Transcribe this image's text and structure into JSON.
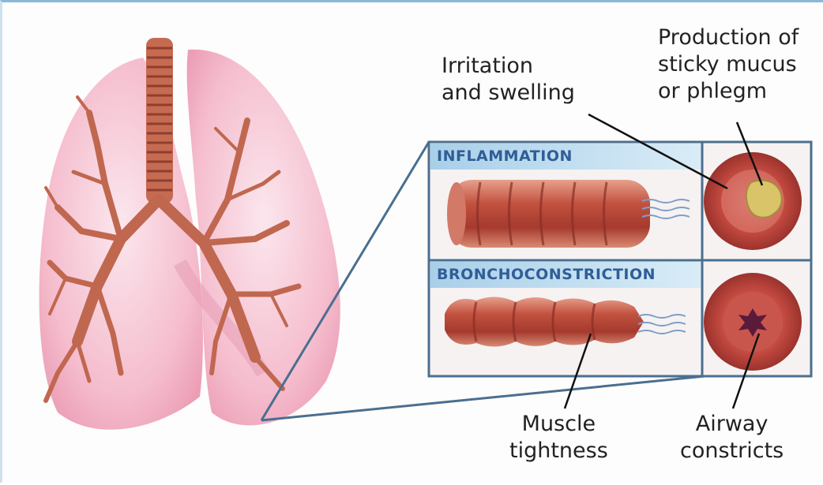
{
  "panels": {
    "inflammation": {
      "header": "INFLAMMATION"
    },
    "bronchoconstriction": {
      "header": "BRONCHOCONSTRICTION"
    }
  },
  "callouts": {
    "irritation": "Irritation\nand swelling",
    "mucus": "Production of\nsticky mucus\nor phlegm",
    "muscle": "Muscle\ntightness",
    "airway": "Airway\nconstricts"
  },
  "colors": {
    "lung_fill": "#f4b6c8",
    "bronchi": "#c0674f",
    "airway_tissue": "#b9463a",
    "panel_border": "#4a6f8f",
    "header_band": "#bfdcee",
    "header_text": "#2f5e97",
    "mucus": "#d9c46a",
    "constricted_lumen": "#5a1a3a"
  }
}
